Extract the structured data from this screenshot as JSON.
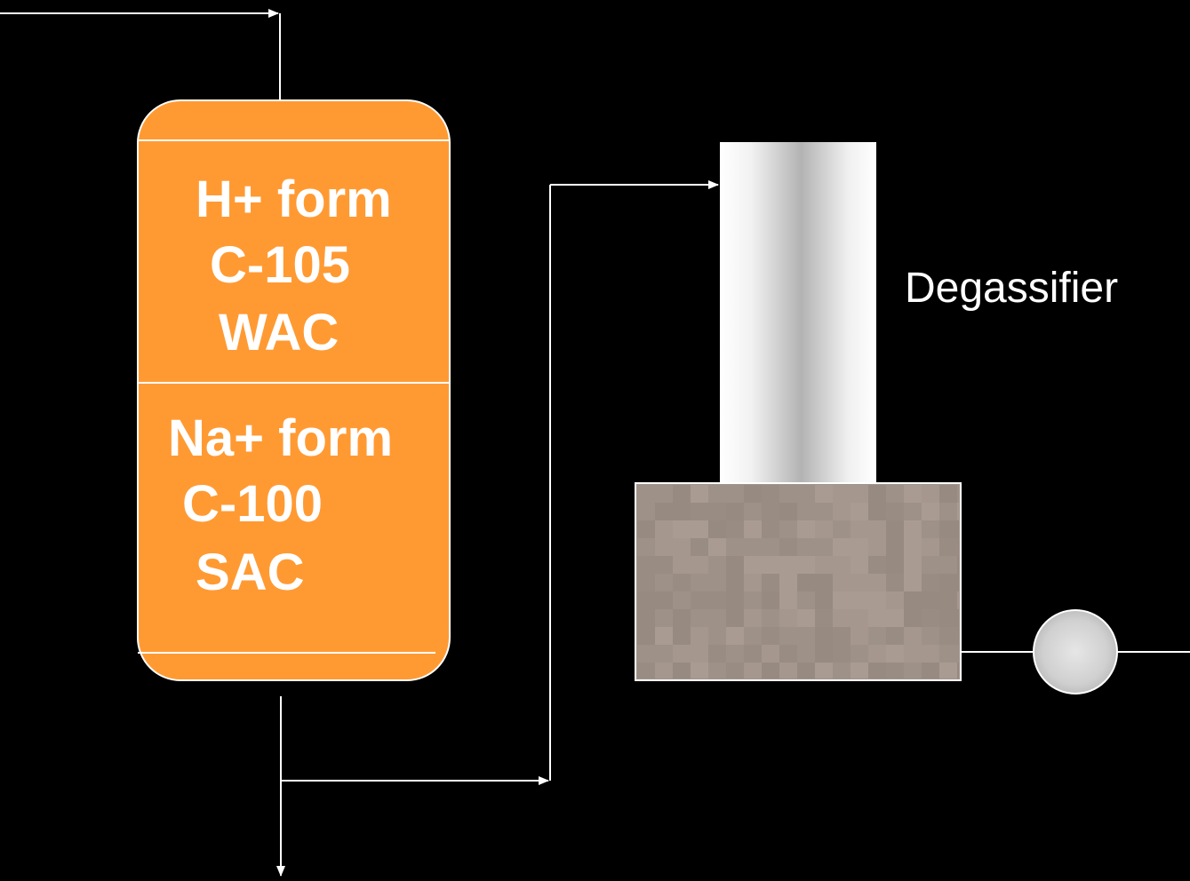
{
  "colors": {
    "background": "#000000",
    "vessel_fill": "#FF9A33",
    "line": "#FFFFFF",
    "degassifier_tank": "#A2948A"
  },
  "exchanger": {
    "upper_bed": {
      "line1": "H+ form",
      "line2": "C-105",
      "line3": "WAC"
    },
    "lower_bed": {
      "line1": "Na+ form",
      "line2": "C-100",
      "line3": "SAC"
    }
  },
  "degassifier": {
    "label": "Degassifier"
  }
}
